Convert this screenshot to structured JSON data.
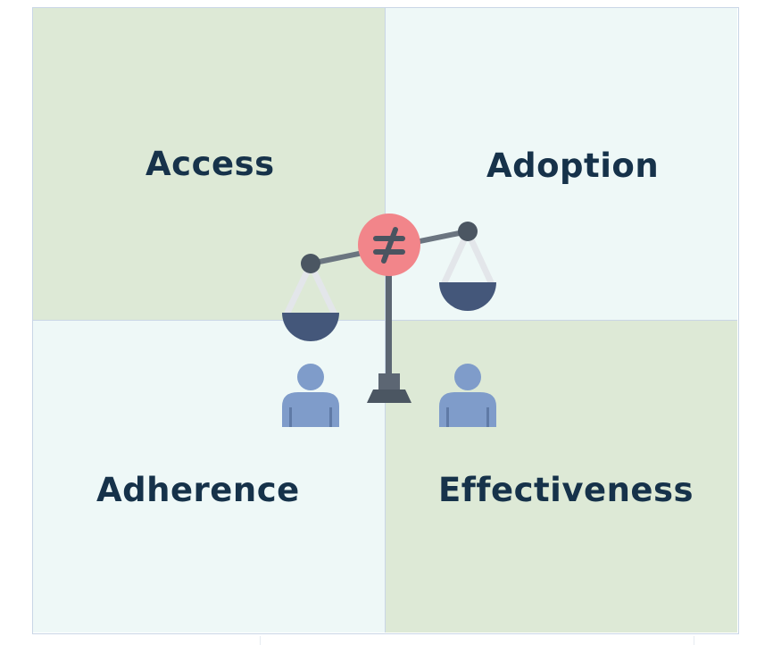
{
  "quadrants": {
    "top_left": {
      "label": "Access"
    },
    "top_right": {
      "label": "Adoption"
    },
    "bottom_left": {
      "label": "Adherence"
    },
    "bottom_right": {
      "label": "Effectiveness"
    }
  },
  "colors": {
    "green_fill": "#dde9d6",
    "light_fill": "#eef8f7",
    "border": "#c9d6e6",
    "label_text": "#16324a",
    "not_equal_badge": "#f2858a",
    "beam": "#6b7580",
    "pan": "#44577a",
    "person": "#7f9cca"
  },
  "icons": {
    "center": "balance-scale-icon",
    "badge": "not-equal-icon",
    "left_person": "person-icon",
    "right_person": "person-icon"
  }
}
